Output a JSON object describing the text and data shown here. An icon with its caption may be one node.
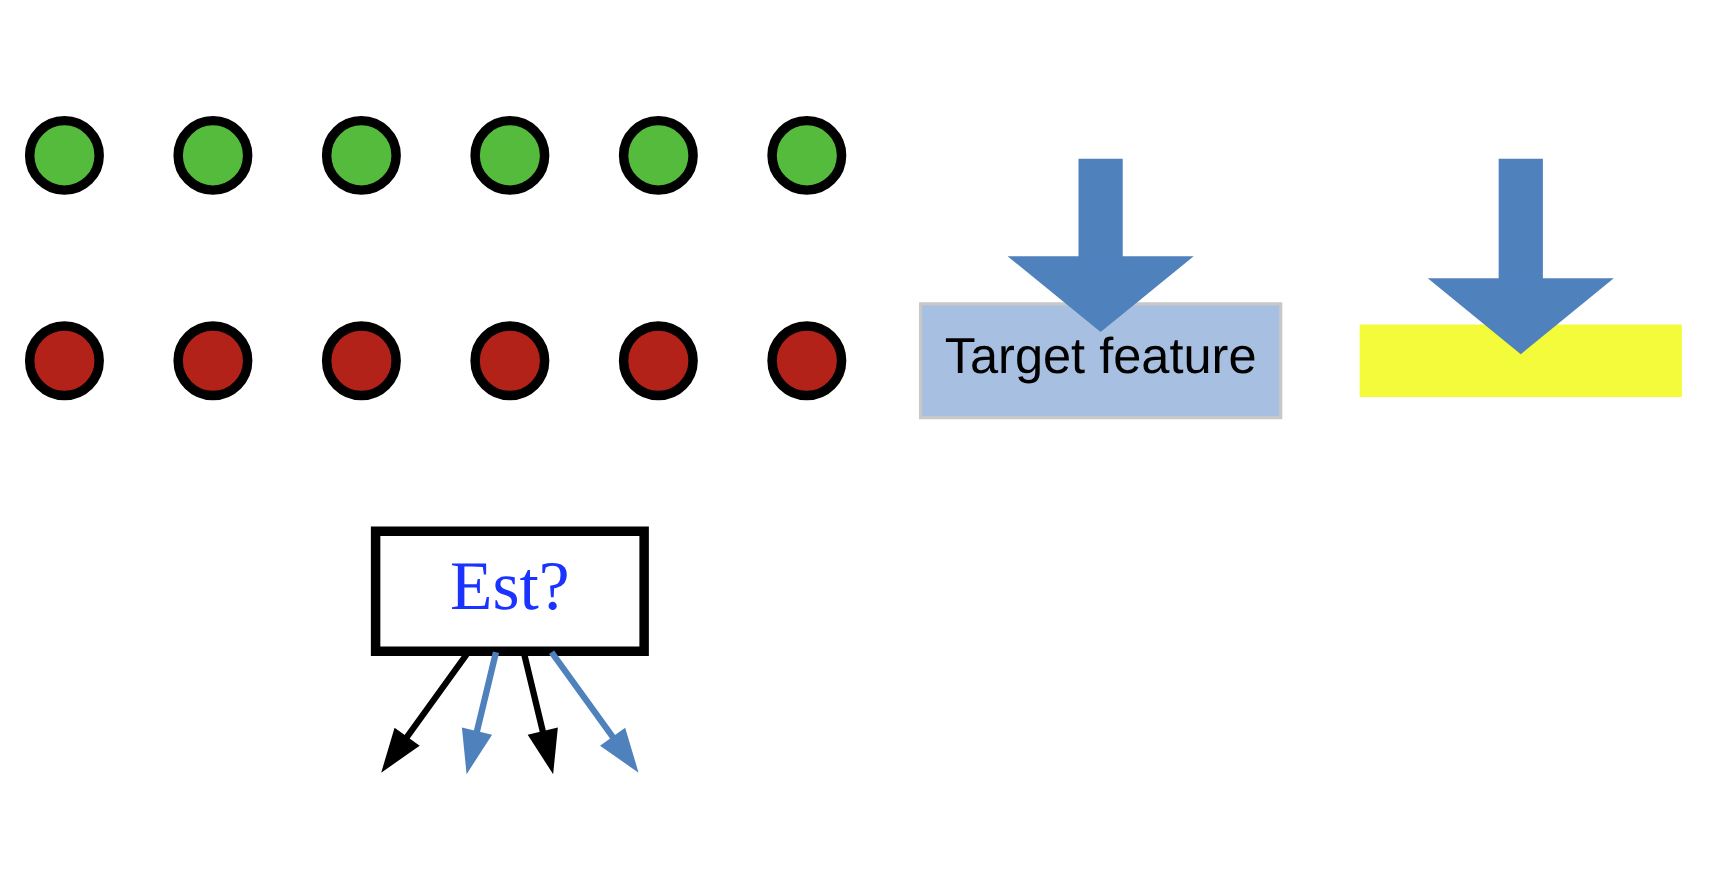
{
  "diagram": {
    "nodes": [
      {
        "text": [],
        "shape": "circle"
      },
      {
        "text": [],
        "shape": "circle"
      },
      {
        "text": [],
        "shape": "circle"
      },
      {
        "text": [],
        "shape": "circle"
      },
      {
        "text": [],
        "shape": "circle"
      },
      {
        "text": [],
        "shape": "circle"
      },
      {
        "text": [],
        "shape": "circle"
      },
      {
        "text": [],
        "shape": "circle"
      },
      {
        "text": [],
        "shape": "circle"
      },
      {
        "text": [],
        "shape": "circle"
      },
      {
        "text": [],
        "shape": "circle"
      },
      {
        "text": [],
        "shape": "circle"
      },
      {
        "text": [
          "Est?"
        ]
      },
      {
        "text": [
          "Target feature"
        ]
      },
      {
        "text": [],
        "shape": "box"
      }
    ],
    "edges": [
      {
        "from": 12,
        "to": null,
        "arrow": "to",
        "color": "#000000"
      },
      {
        "from": 12,
        "to": null,
        "arrow": "to"
      },
      {
        "from": 12,
        "to": null,
        "arrow": "to",
        "color": "#000000"
      },
      {
        "from": 12,
        "to": null,
        "arrow": "to"
      },
      {
        "from": null,
        "to": 13,
        "arrow": "to",
        "style": "thick"
      },
      {
        "from": null,
        "to": 14,
        "arrow": "to",
        "style": "thick"
      }
    ]
  }
}
